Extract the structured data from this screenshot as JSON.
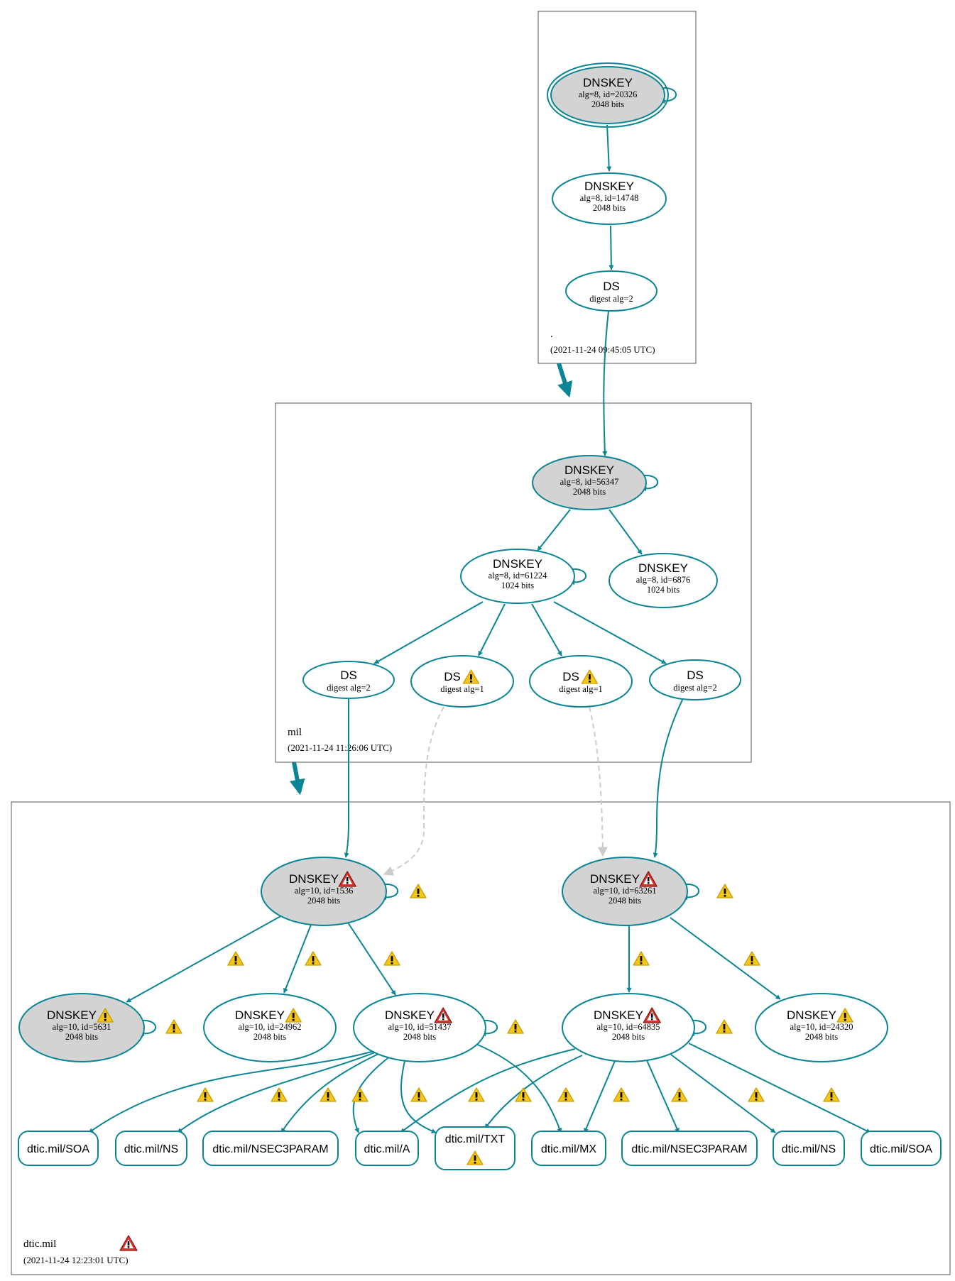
{
  "colors": {
    "edge": "#0a8595",
    "ksk_fill": "#d3d3d3",
    "node_fill": "#ffffff",
    "dashed_edge": "#cccccc",
    "warning": "#f5c518",
    "error": "#d9342b"
  },
  "zones": [
    {
      "id": "root",
      "name": ".",
      "timestamp": "(2021-11-24 09:45:05 UTC)",
      "status_icon": ""
    },
    {
      "id": "mil",
      "name": "mil",
      "timestamp": "(2021-11-24 11:26:06 UTC)",
      "status_icon": ""
    },
    {
      "id": "dtic",
      "name": "dtic.mil",
      "timestamp": "(2021-11-24 12:23:01 UTC)",
      "status_icon": "error-icon"
    }
  ],
  "nodes": [
    {
      "id": "root_ksk",
      "zone": "root",
      "type": "DNSKEY",
      "title": "DNSKEY",
      "line1": "alg=8, id=20326",
      "line2": "2048 bits",
      "trust_anchor": true,
      "ksk": true,
      "icon": ""
    },
    {
      "id": "root_zsk",
      "zone": "root",
      "type": "DNSKEY",
      "title": "DNSKEY",
      "line1": "alg=8, id=14748",
      "line2": "2048 bits",
      "ksk": false,
      "icon": ""
    },
    {
      "id": "root_ds",
      "zone": "root",
      "type": "DS",
      "title": "DS",
      "line1": "digest alg=2",
      "icon": ""
    },
    {
      "id": "mil_ksk",
      "zone": "mil",
      "type": "DNSKEY",
      "title": "DNSKEY",
      "line1": "alg=8, id=56347",
      "line2": "2048 bits",
      "ksk": true,
      "icon": ""
    },
    {
      "id": "mil_zsk1",
      "zone": "mil",
      "type": "DNSKEY",
      "title": "DNSKEY",
      "line1": "alg=8, id=61224",
      "line2": "1024 bits",
      "ksk": false,
      "icon": ""
    },
    {
      "id": "mil_zsk2",
      "zone": "mil",
      "type": "DNSKEY",
      "title": "DNSKEY",
      "line1": "alg=8, id=6876",
      "line2": "1024 bits",
      "ksk": false,
      "icon": ""
    },
    {
      "id": "mil_ds1",
      "zone": "mil",
      "type": "DS",
      "title": "DS",
      "line1": "digest alg=2",
      "icon": ""
    },
    {
      "id": "mil_ds2",
      "zone": "mil",
      "type": "DS",
      "title": "DS",
      "line1": "digest alg=1",
      "icon": "warning"
    },
    {
      "id": "mil_ds3",
      "zone": "mil",
      "type": "DS",
      "title": "DS",
      "line1": "digest alg=1",
      "icon": "warning"
    },
    {
      "id": "mil_ds4",
      "zone": "mil",
      "type": "DS",
      "title": "DS",
      "line1": "digest alg=2",
      "icon": ""
    },
    {
      "id": "dtic_ksk1",
      "zone": "dtic",
      "type": "DNSKEY",
      "title": "DNSKEY",
      "line1": "alg=10, id=1536",
      "line2": "2048 bits",
      "ksk": true,
      "icon": "error"
    },
    {
      "id": "dtic_ksk2",
      "zone": "dtic",
      "type": "DNSKEY",
      "title": "DNSKEY",
      "line1": "alg=10, id=63261",
      "line2": "2048 bits",
      "ksk": true,
      "icon": "error"
    },
    {
      "id": "dtic_k5631",
      "zone": "dtic",
      "type": "DNSKEY",
      "title": "DNSKEY",
      "line1": "alg=10, id=5631",
      "line2": "2048 bits",
      "ksk": true,
      "icon": "warning"
    },
    {
      "id": "dtic_k24962",
      "zone": "dtic",
      "type": "DNSKEY",
      "title": "DNSKEY",
      "line1": "alg=10, id=24962",
      "line2": "2048 bits",
      "ksk": false,
      "icon": "warning"
    },
    {
      "id": "dtic_k51437",
      "zone": "dtic",
      "type": "DNSKEY",
      "title": "DNSKEY",
      "line1": "alg=10, id=51437",
      "line2": "2048 bits",
      "ksk": false,
      "icon": "error"
    },
    {
      "id": "dtic_k64835",
      "zone": "dtic",
      "type": "DNSKEY",
      "title": "DNSKEY",
      "line1": "alg=10, id=64835",
      "line2": "2048 bits",
      "ksk": false,
      "icon": "error"
    },
    {
      "id": "dtic_k24320",
      "zone": "dtic",
      "type": "DNSKEY",
      "title": "DNSKEY",
      "line1": "alg=10, id=24320",
      "line2": "2048 bits",
      "ksk": false,
      "icon": "warning"
    }
  ],
  "rrsets": [
    {
      "id": "rr_soa1",
      "label": "dtic.mil/SOA",
      "icon": ""
    },
    {
      "id": "rr_ns1",
      "label": "dtic.mil/NS",
      "icon": ""
    },
    {
      "id": "rr_nsec1",
      "label": "dtic.mil/NSEC3PARAM",
      "icon": ""
    },
    {
      "id": "rr_a",
      "label": "dtic.mil/A",
      "icon": ""
    },
    {
      "id": "rr_txt",
      "label": "dtic.mil/TXT",
      "icon": "warning"
    },
    {
      "id": "rr_mx",
      "label": "dtic.mil/MX",
      "icon": ""
    },
    {
      "id": "rr_nsec2",
      "label": "dtic.mil/NSEC3PARAM",
      "icon": ""
    },
    {
      "id": "rr_ns2",
      "label": "dtic.mil/NS",
      "icon": ""
    },
    {
      "id": "rr_soa2",
      "label": "dtic.mil/SOA",
      "icon": ""
    }
  ],
  "edges": [
    {
      "from": "root_ksk",
      "to": "root_ksk",
      "kind": "self",
      "icon": ""
    },
    {
      "from": "root_ksk",
      "to": "root_zsk",
      "kind": "sig",
      "icon": ""
    },
    {
      "from": "root_zsk",
      "to": "root_ds",
      "kind": "sig",
      "icon": ""
    },
    {
      "from": "root_ds",
      "to": "mil_ksk",
      "kind": "ds",
      "icon": ""
    },
    {
      "from": "mil_ksk",
      "to": "mil_ksk",
      "kind": "self",
      "icon": ""
    },
    {
      "from": "mil_ksk",
      "to": "mil_zsk1",
      "kind": "sig",
      "icon": ""
    },
    {
      "from": "mil_ksk",
      "to": "mil_zsk2",
      "kind": "sig",
      "icon": ""
    },
    {
      "from": "mil_zsk1",
      "to": "mil_zsk1",
      "kind": "self",
      "icon": ""
    },
    {
      "from": "mil_zsk1",
      "to": "mil_ds1",
      "kind": "sig",
      "icon": ""
    },
    {
      "from": "mil_zsk1",
      "to": "mil_ds2",
      "kind": "sig",
      "icon": ""
    },
    {
      "from": "mil_zsk1",
      "to": "mil_ds3",
      "kind": "sig",
      "icon": ""
    },
    {
      "from": "mil_zsk1",
      "to": "mil_ds4",
      "kind": "sig",
      "icon": ""
    },
    {
      "from": "mil_ds1",
      "to": "dtic_ksk1",
      "kind": "ds",
      "icon": ""
    },
    {
      "from": "mil_ds2",
      "to": "dtic_ksk1",
      "kind": "ds-dashed",
      "icon": ""
    },
    {
      "from": "mil_ds3",
      "to": "dtic_ksk2",
      "kind": "ds-dashed",
      "icon": ""
    },
    {
      "from": "mil_ds4",
      "to": "dtic_ksk2",
      "kind": "ds",
      "icon": ""
    },
    {
      "from": "dtic_ksk1",
      "to": "dtic_ksk1",
      "kind": "self",
      "icon": "warning"
    },
    {
      "from": "dtic_ksk2",
      "to": "dtic_ksk2",
      "kind": "self",
      "icon": "warning"
    },
    {
      "from": "dtic_ksk1",
      "to": "dtic_k5631",
      "kind": "sig",
      "icon": "warning"
    },
    {
      "from": "dtic_ksk1",
      "to": "dtic_k24962",
      "kind": "sig",
      "icon": "warning"
    },
    {
      "from": "dtic_ksk1",
      "to": "dtic_k51437",
      "kind": "sig",
      "icon": "warning"
    },
    {
      "from": "dtic_ksk2",
      "to": "dtic_k64835",
      "kind": "sig",
      "icon": "warning"
    },
    {
      "from": "dtic_ksk2",
      "to": "dtic_k24320",
      "kind": "sig",
      "icon": "warning"
    },
    {
      "from": "dtic_k5631",
      "to": "dtic_k5631",
      "kind": "self",
      "icon": "warning"
    },
    {
      "from": "dtic_k51437",
      "to": "dtic_k51437",
      "kind": "self",
      "icon": "warning"
    },
    {
      "from": "dtic_k64835",
      "to": "dtic_k64835",
      "kind": "self",
      "icon": "warning"
    },
    {
      "from": "dtic_k51437",
      "to": "rr_soa1",
      "kind": "sig",
      "icon": "warning"
    },
    {
      "from": "dtic_k51437",
      "to": "rr_ns1",
      "kind": "sig",
      "icon": "warning"
    },
    {
      "from": "dtic_k51437",
      "to": "rr_nsec1",
      "kind": "sig",
      "icon": "warning"
    },
    {
      "from": "dtic_k51437",
      "to": "rr_a",
      "kind": "sig",
      "icon": "warning"
    },
    {
      "from": "dtic_k51437",
      "to": "rr_txt",
      "kind": "sig",
      "icon": "warning"
    },
    {
      "from": "dtic_k51437",
      "to": "rr_mx",
      "kind": "sig",
      "icon": "warning"
    },
    {
      "from": "dtic_k64835",
      "to": "rr_a",
      "kind": "sig",
      "icon": "warning"
    },
    {
      "from": "dtic_k64835",
      "to": "rr_txt",
      "kind": "sig",
      "icon": "warning"
    },
    {
      "from": "dtic_k64835",
      "to": "rr_mx",
      "kind": "sig",
      "icon": "warning"
    },
    {
      "from": "dtic_k64835",
      "to": "rr_nsec2",
      "kind": "sig",
      "icon": "warning"
    },
    {
      "from": "dtic_k64835",
      "to": "rr_ns2",
      "kind": "sig",
      "icon": "warning"
    },
    {
      "from": "dtic_k64835",
      "to": "rr_soa2",
      "kind": "sig",
      "icon": "warning"
    }
  ]
}
